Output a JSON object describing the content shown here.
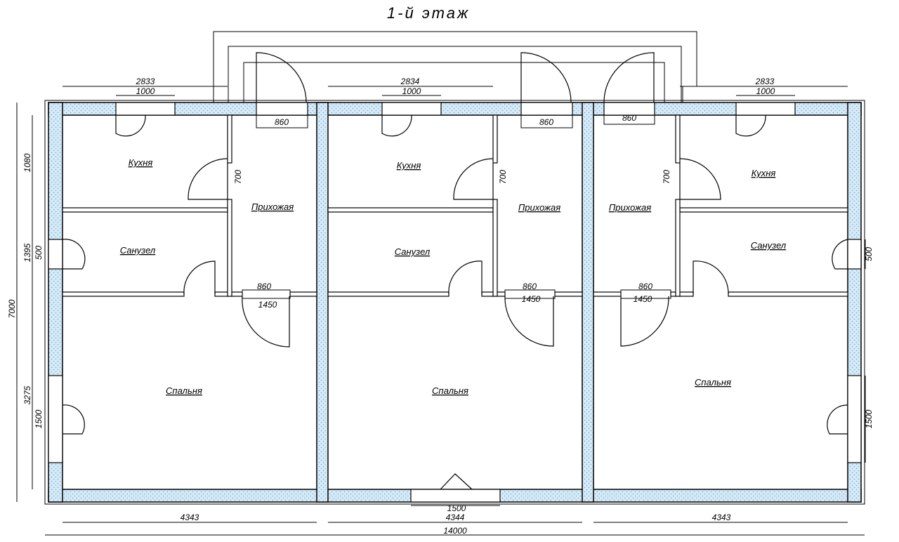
{
  "title": "1-й  этаж",
  "rooms": {
    "kitchen": "Кухня",
    "hall": "Прихожая",
    "bath": "Санузел",
    "bedroom": "Спальня"
  },
  "dims": {
    "top_left_span": "2833",
    "top_mid_span": "2834",
    "top_right_span": "2833",
    "window_1000": "1000",
    "entry_door": "860",
    "inner_door_700": "700",
    "bath_door": "860",
    "opening_1450": "1450",
    "left_1080": "1080",
    "left_1395": "1395",
    "left_500": "500",
    "right_500": "500",
    "left_7000": "7000",
    "left_3275": "3275",
    "left_1500": "1500",
    "right_1500": "1500",
    "bottom_window": "1500",
    "bottom_left": "4343",
    "bottom_mid": "4344",
    "bottom_right": "4343",
    "bottom_total": "14000"
  },
  "colors": {
    "wall_hatch": "#a9cfe8",
    "line": "#000000"
  }
}
